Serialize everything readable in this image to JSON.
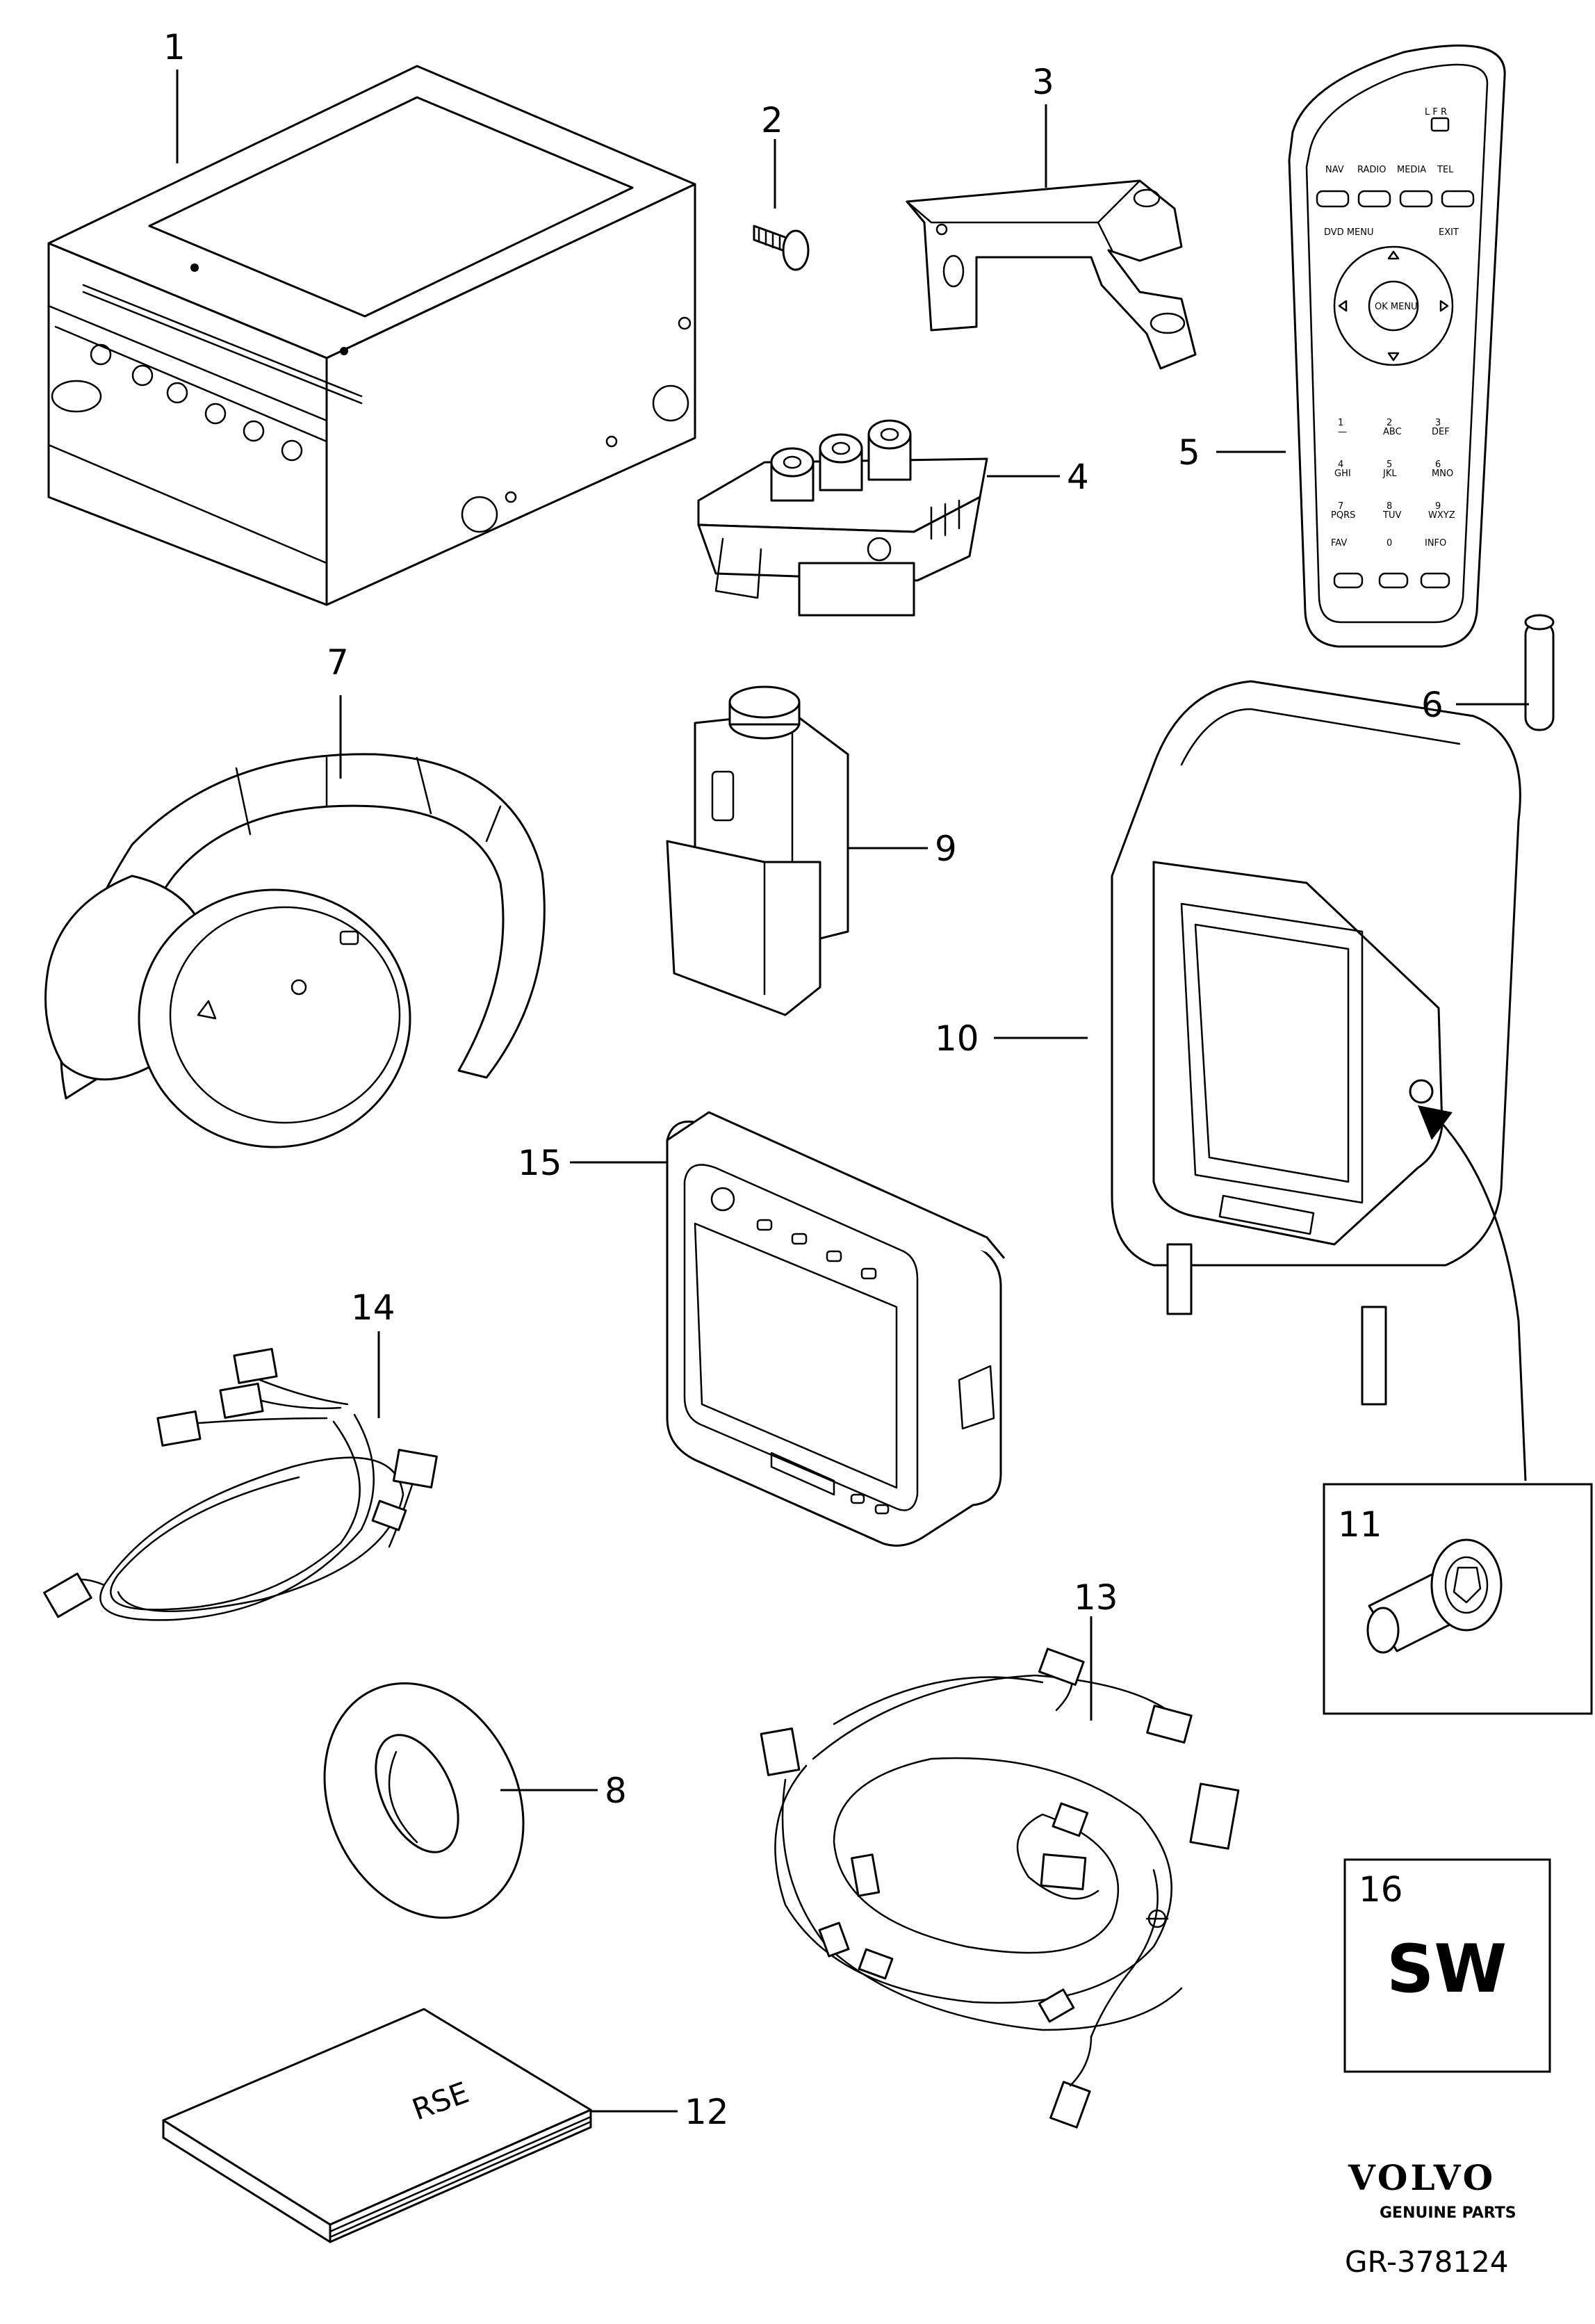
{
  "callouts": [
    "1",
    "2",
    "3",
    "4",
    "5",
    "6",
    "7",
    "8",
    "9",
    "10",
    "11",
    "12",
    "13",
    "14",
    "15",
    "16"
  ],
  "remote": {
    "tabs": [
      "NAV",
      "RADIO",
      "MEDIA",
      "TEL"
    ],
    "dvd_menu": "DVD MENU",
    "exit": "EXIT",
    "ok_menu": "OK MENU",
    "keys": [
      {
        "num": "1",
        "sub": "—"
      },
      {
        "num": "2",
        "sub": "ABC"
      },
      {
        "num": "3",
        "sub": "DEF"
      },
      {
        "num": "4",
        "sub": "GHI"
      },
      {
        "num": "5",
        "sub": "JKL"
      },
      {
        "num": "6",
        "sub": "MNO"
      },
      {
        "num": "7",
        "sub": "PQRS"
      },
      {
        "num": "8",
        "sub": "TUV"
      },
      {
        "num": "9",
        "sub": "WXYZ"
      }
    ],
    "fav": "FAV",
    "zero": "0",
    "info": "INFO",
    "lr": "L F R"
  },
  "manual_label": "RSE",
  "software_label": "SW",
  "footer": {
    "brand": "VOLVO",
    "subtitle": "GENUINE PARTS",
    "reference": "GR-378124"
  },
  "colors": {
    "line": "#000000",
    "background": "#ffffff"
  }
}
